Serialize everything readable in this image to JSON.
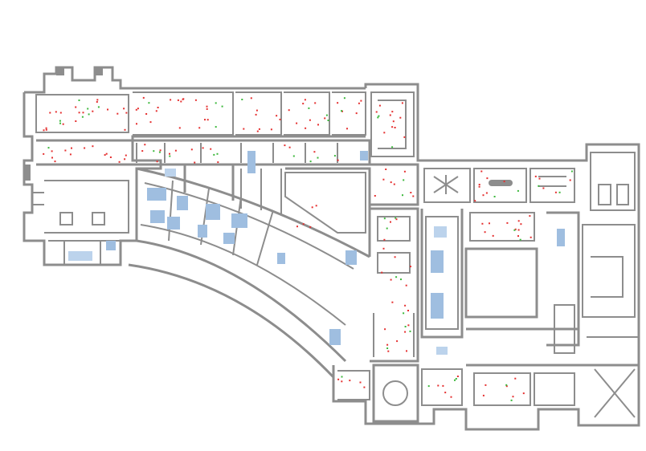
{
  "map": {
    "type": "floor-plan",
    "labels": [],
    "colors": {
      "wall": "#8d8d8d",
      "background": "#ffffff",
      "highlight_zone": "#9fbee0",
      "highlight_zone_light": "#bcd3ec",
      "marker_red": "#e53030",
      "marker_green": "#3cb83c"
    },
    "legend": [],
    "markers": {
      "red": "red-dot-marker",
      "green": "green-dot-marker"
    }
  }
}
